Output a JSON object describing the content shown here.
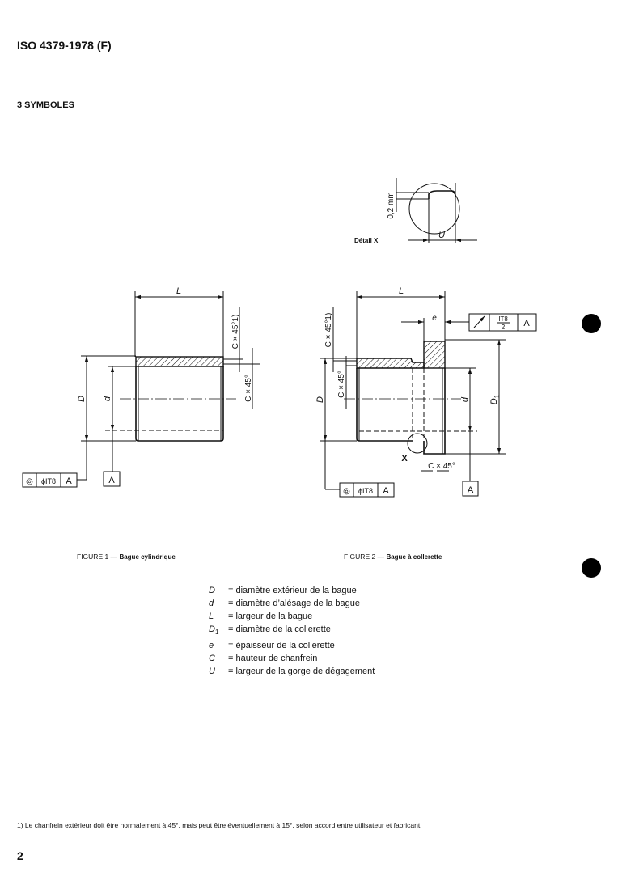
{
  "header": {
    "title": "ISO 4379-1978 (F)"
  },
  "section": {
    "title": "3  SYMBOLES"
  },
  "detail": {
    "label": "Détail X",
    "dim_02": "0,2 mm",
    "dim_u": "U"
  },
  "figure1": {
    "caption_prefix": "FIGURE 1 — ",
    "caption_title": "Bague cylindrique",
    "dim_L": "L",
    "dim_D": "D",
    "dim_d": "d",
    "chamfer_outer": "C × 45°1)",
    "chamfer_inner": "C × 45°",
    "tolerance": {
      "symbol": "◎",
      "value": "ϕIT8",
      "datum": "A"
    },
    "datum": "A"
  },
  "figure2": {
    "caption_prefix": "FIGURE 2 — ",
    "caption_title": "Bague à collerette",
    "dim_L": "L",
    "dim_e": "e",
    "dim_D": "D",
    "dim_d": "d",
    "dim_D1": "D",
    "dim_D1_sub": "1",
    "chamfer_outer": "C × 45°1)",
    "chamfer_inner": "C × 45°",
    "chamfer_flange": "C × 45°",
    "detail_ref": "X",
    "runout_tolerance": {
      "symbol": "↗",
      "numerator": "IT8",
      "denominator": "2",
      "datum": "A"
    },
    "tolerance": {
      "symbol": "◎",
      "value": "ϕIT8",
      "datum": "A"
    },
    "datum": "A"
  },
  "legend": [
    {
      "symbol": "D",
      "sub": "",
      "text": "= diamètre extérieur de la bague"
    },
    {
      "symbol": "d",
      "sub": "",
      "text": "= diamètre d’alésage de la bague"
    },
    {
      "symbol": "L",
      "sub": "",
      "text": "= largeur de la bague"
    },
    {
      "symbol": "D",
      "sub": "1",
      "text": "= diamètre de la collerette"
    },
    {
      "symbol": "e",
      "sub": "",
      "text": "= épaisseur de la collerette"
    },
    {
      "symbol": "C",
      "sub": "",
      "text": "= hauteur de chanfrein"
    },
    {
      "symbol": "U",
      "sub": "",
      "text": "= largeur de la gorge de dégagement"
    }
  ],
  "footnote": "1)  Le chanfrein extérieur doit être normalement à 45°, mais peut être éventuellement à 15°, selon accord entre utilisateur et fabricant.",
  "page_number": "2"
}
